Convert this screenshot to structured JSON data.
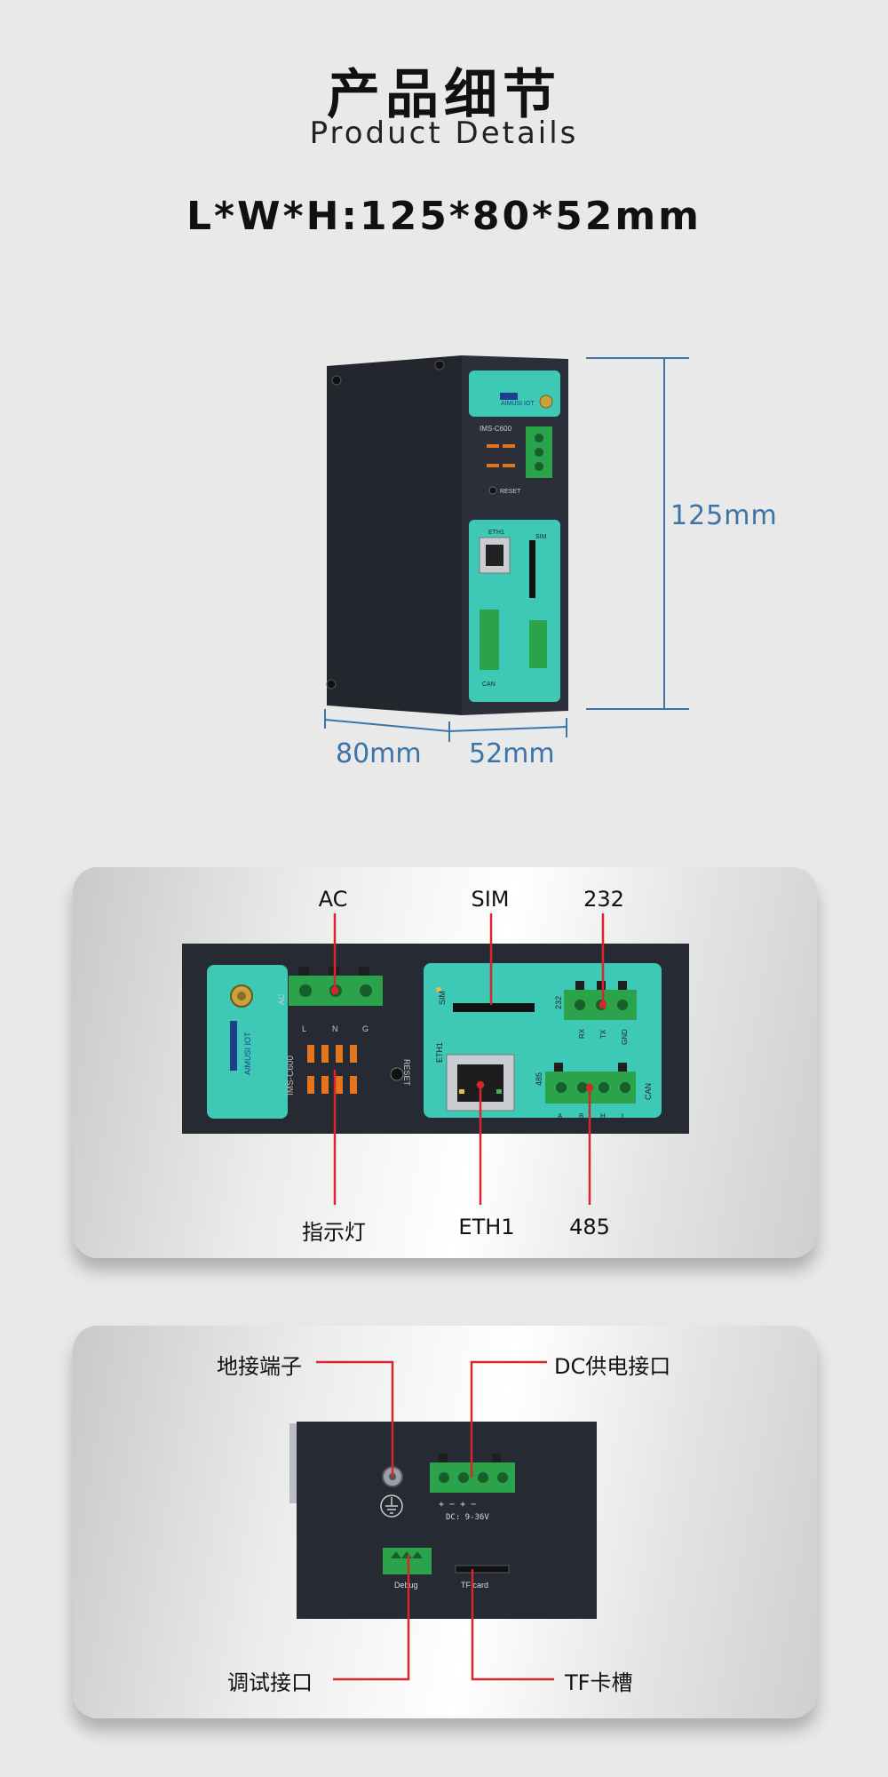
{
  "header": {
    "title_cn": "产品细节",
    "title_en": "Product Details",
    "dimensions": "L*W*H:125*80*52mm"
  },
  "product_view": {
    "height_label": "125mm",
    "width_label": "80mm",
    "depth_label": "52mm",
    "brand_text": "AIMUSI IOT",
    "model_text": "IMS-C600",
    "reset_text": "RESET",
    "eth_text": "ETH1",
    "sim_text": "SIM",
    "can_text": "CAN",
    "color_accent": "#3ec9b7",
    "color_body": "#2b2f3a"
  },
  "front_panel": {
    "labels": {
      "ac": "AC",
      "sim": "SIM",
      "rs232": "232",
      "indicator": "指示灯",
      "eth1": "ETH1",
      "rs485": "485"
    },
    "device_text": {
      "brand": "AIMUSI IOT",
      "model": "IMS-C600",
      "ac": "AC",
      "l": "L",
      "n": "N",
      "g": "G",
      "reset": "RESET",
      "sim": "SIM",
      "eth1": "ETH1",
      "p232": "232",
      "rx": "RX",
      "tx": "TX",
      "gnd": "GND",
      "p485": "485",
      "a": "A",
      "b": "B",
      "h": "H",
      "l2": "L",
      "can": "CAN"
    }
  },
  "back_panel": {
    "labels": {
      "ground": "地接端子",
      "dc_power": "DC供电接口",
      "debug_port": "调试接口",
      "tf_slot": "TF卡槽"
    },
    "device_text": {
      "polarity": "+  −  +  −",
      "dc_range": "DC: 9-36V",
      "debug": "Debug",
      "tf_card": "TF card"
    }
  },
  "colors": {
    "leader_red": "#d8262c",
    "dimension_blue": "#3c73a8"
  }
}
